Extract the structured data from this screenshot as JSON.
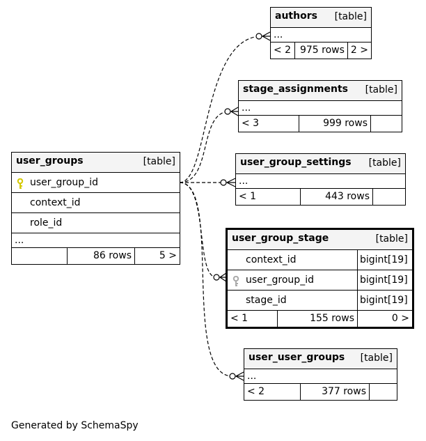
{
  "tables": {
    "authors": {
      "name": "authors",
      "kind": "[table]",
      "ellipsis": "...",
      "footer": [
        "< 2",
        "975 rows",
        "2 >"
      ]
    },
    "stage_assignments": {
      "name": "stage_assignments",
      "kind": "[table]",
      "ellipsis": "...",
      "footer": [
        "< 3",
        "999 rows",
        ""
      ]
    },
    "user_groups": {
      "name": "user_groups",
      "kind": "[table]",
      "columns": [
        "user_group_id",
        "context_id",
        "role_id"
      ],
      "ellipsis": "...",
      "footer": [
        "",
        "86 rows",
        "5 >"
      ]
    },
    "user_group_settings": {
      "name": "user_group_settings",
      "kind": "[table]",
      "ellipsis": "...",
      "footer": [
        "< 1",
        "443 rows",
        ""
      ]
    },
    "user_group_stage": {
      "name": "user_group_stage",
      "kind": "[table]",
      "columns": [
        {
          "name": "context_id",
          "type": "bigint[19]"
        },
        {
          "name": "user_group_id",
          "type": "bigint[19]"
        },
        {
          "name": "stage_id",
          "type": "bigint[19]"
        }
      ],
      "footer": [
        "< 1",
        "155 rows",
        "0 >"
      ]
    },
    "user_user_groups": {
      "name": "user_user_groups",
      "kind": "[table]",
      "ellipsis": "...",
      "footer": [
        "< 2",
        "377 rows",
        ""
      ]
    }
  },
  "caption": "Generated by SchemaSpy",
  "colors": {
    "primary_key": "#d4c800",
    "foreign_key": "#aaaaaa",
    "header_bg": "#f4f4f4"
  },
  "icons": {
    "primary_key": "key-icon",
    "foreign_key": "key-icon"
  }
}
